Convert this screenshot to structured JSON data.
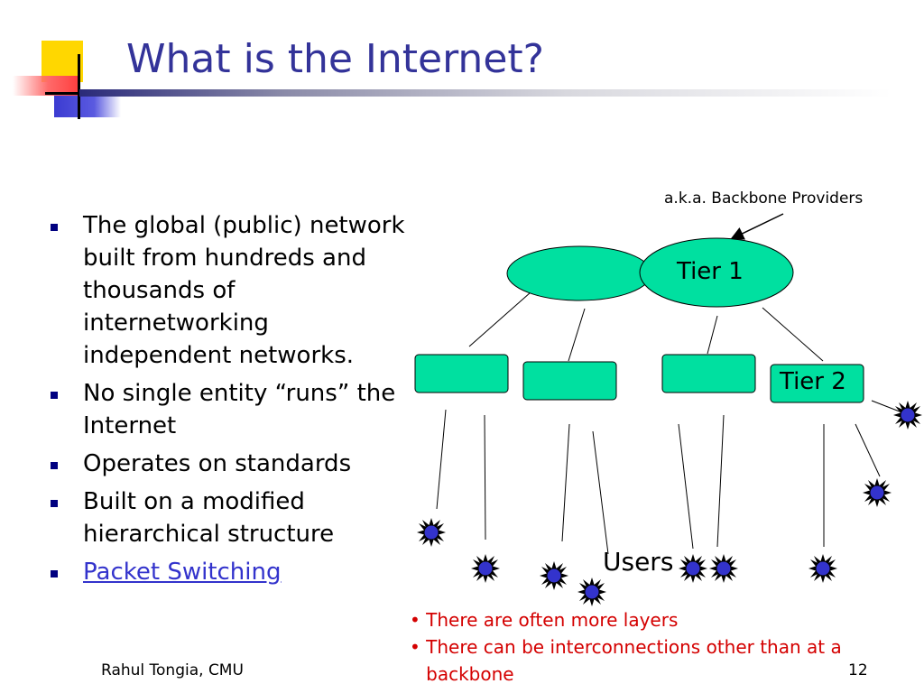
{
  "slide": {
    "title": "What is the Internet?",
    "bullets": [
      "The global (public) network built from hundreds and thousands of internetworking independent networks.",
      "No single entity “runs” the Internet",
      "Operates on standards",
      "Built on a modified hierarchical structure",
      "Packet Switching"
    ]
  },
  "diagram": {
    "annotation": "a.k.a. Backbone Providers",
    "tier1_label": "Tier 1",
    "tier2_label": "Tier 2",
    "users_label": "Users",
    "notes": [
      "There are often more layers",
      "There can be interconnections other than at a backbone"
    ],
    "colors": {
      "node_fill": "#00e0a0",
      "user_fill": "#3333cc",
      "note_text": "#d40000",
      "title_text": "#333399"
    }
  },
  "footer": {
    "author": "Rahul Tongia, CMU",
    "page_number": "12"
  }
}
